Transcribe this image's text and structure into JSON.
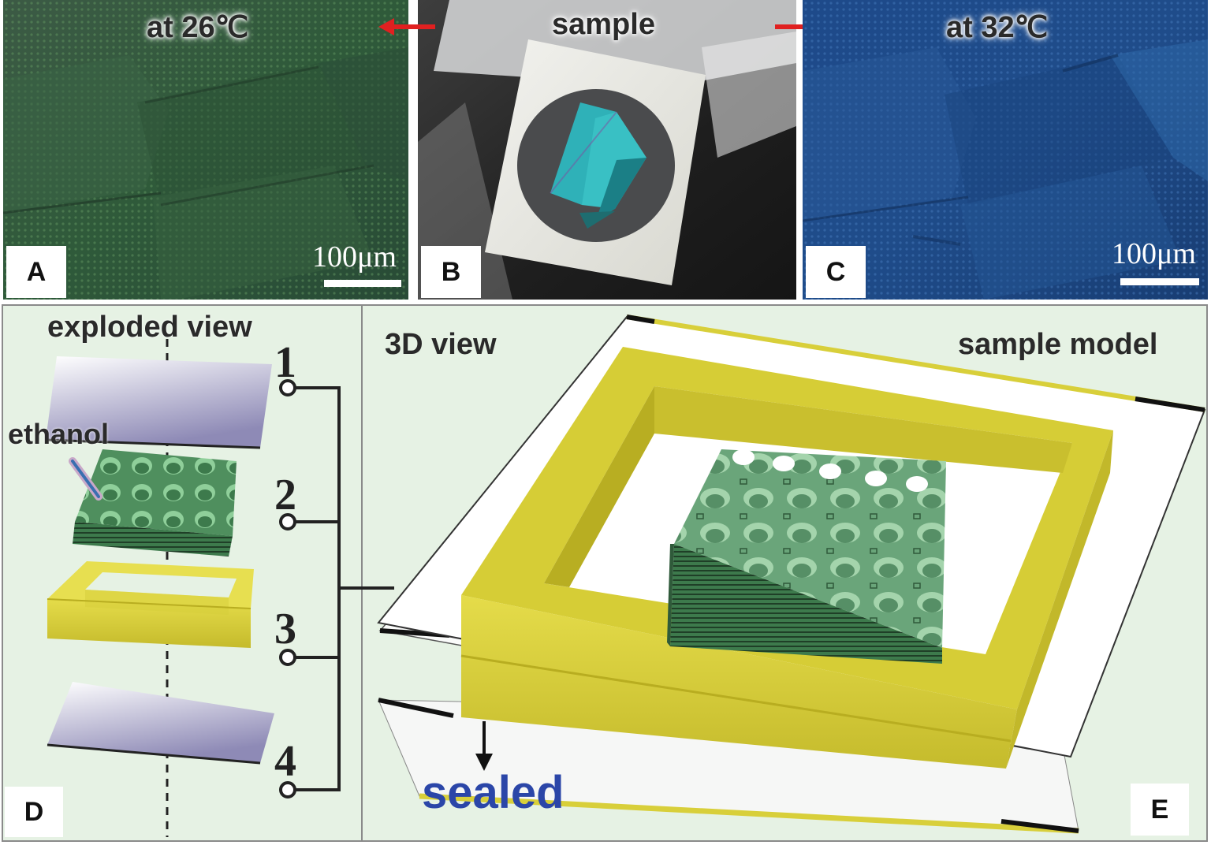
{
  "panels": {
    "a": {
      "label": "A",
      "title": "at 26℃",
      "scale": "100μm"
    },
    "b": {
      "label": "B",
      "title": "sample"
    },
    "c": {
      "label": "C",
      "title": "at 32℃",
      "scale": "100μm"
    },
    "d": {
      "label": "D",
      "title": "exploded view",
      "ethanol": "ethanol",
      "layers": [
        "1",
        "2",
        "3",
        "4"
      ]
    },
    "e": {
      "label": "E",
      "title_left": "3D view",
      "title_right": "sample model",
      "sealed": "sealed"
    }
  },
  "colors": {
    "green_texture": "#2f5a3a",
    "blue_texture": "#1f4c8a",
    "frame_yellow": "#d8cf3a",
    "lattice_green": "#5a9a6a",
    "arrow_red": "#e02020",
    "sealed_blue": "#2b46a8",
    "bottom_bg": "#e6f2e4"
  }
}
